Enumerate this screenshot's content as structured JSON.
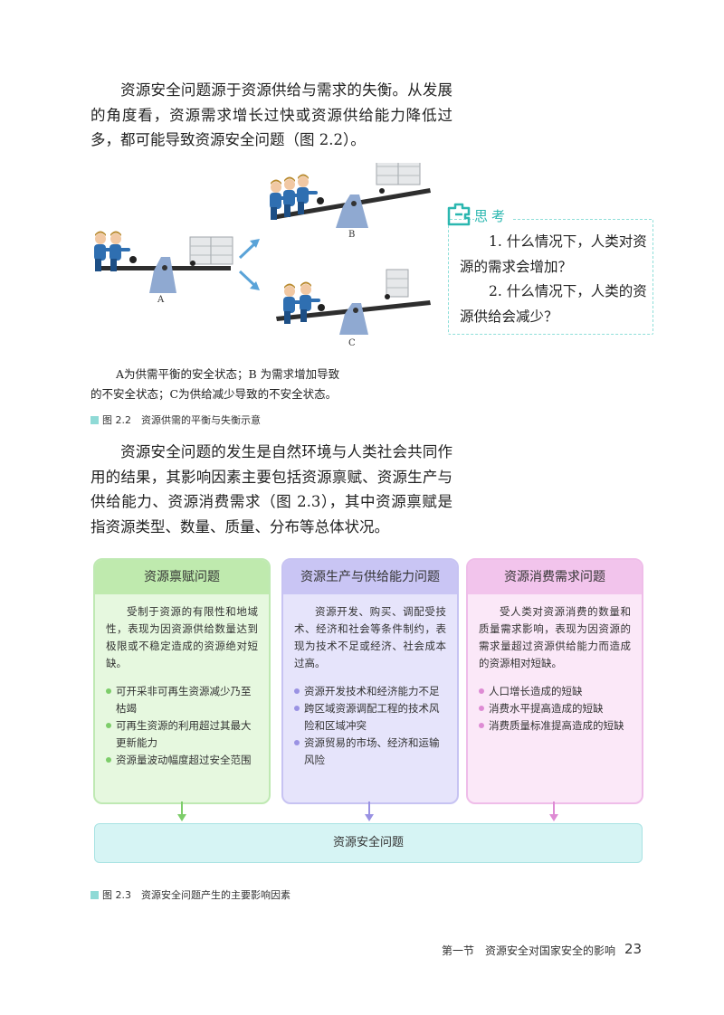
{
  "paragraph1": "资源安全问题源于资源供给与需求的失衡。从发展的角度看，资源需求增长过快或资源供给能力降低过多，都可能导致资源安全问题（图 2.2）。",
  "figure22": {
    "label_a": "A",
    "label_b": "B",
    "label_c": "C",
    "desc_line1": "A为供需平衡的安全状态；B 为需求增加导致",
    "desc_line2": "的不安全状态；C为供给减少导致的不安全状态。",
    "caption": "图 2.2　资源供需的平衡与失衡示意"
  },
  "think": {
    "title": "思考",
    "q1": "1. 什么情况下，人类对资源的需求会增加？",
    "q2": "2. 什么情况下，人类的资源供给会减少？"
  },
  "paragraph2": "资源安全问题的发生是自然环境与人类社会共同作用的结果，其影响因素主要包括资源禀赋、资源生产与供给能力、资源消费需求（图 2.3），其中资源禀赋是指资源类型、数量、质量、分布等总体状况。",
  "figure23": {
    "columns": [
      {
        "title": "资源禀赋问题",
        "desc": "受制于资源的有限性和地域性，表现为因资源供给数量达到极限或不稳定造成的资源绝对短缺。",
        "items": [
          "可开采非可再生资源减少乃至枯竭",
          "可再生资源的利用超过其最大更新能力",
          "资源量波动幅度超过安全范围"
        ]
      },
      {
        "title": "资源生产与供给能力问题",
        "desc": "资源开发、购买、调配受技术、经济和社会等条件制约，表现为技术不足或经济、社会成本过高。",
        "items": [
          "资源开发技术和经济能力不足",
          "跨区域资源调配工程的技术风险和区域冲突",
          "资源贸易的市场、经济和运输风险"
        ]
      },
      {
        "title": "资源消费需求问题",
        "desc": "受人类对资源消费的数量和质量需求影响，表现为因资源的需求量超过资源供给能力而造成的资源相对短缺。",
        "items": [
          "人口增长造成的短缺",
          "消费水平提高造成的短缺",
          "消费质量标准提高造成的短缺"
        ]
      }
    ],
    "bottom": "资源安全问题",
    "caption": "图 2.3　资源安全问题产生的主要影响因素"
  },
  "footer": {
    "section": "第一节　资源安全对国家安全的影响",
    "page": "23"
  },
  "colors": {
    "teal": "#2bb7b0",
    "green": "#bfeaae",
    "purple": "#c9c5f4",
    "pink": "#f2c4ec",
    "bottom_box": "#d6f4f4"
  }
}
